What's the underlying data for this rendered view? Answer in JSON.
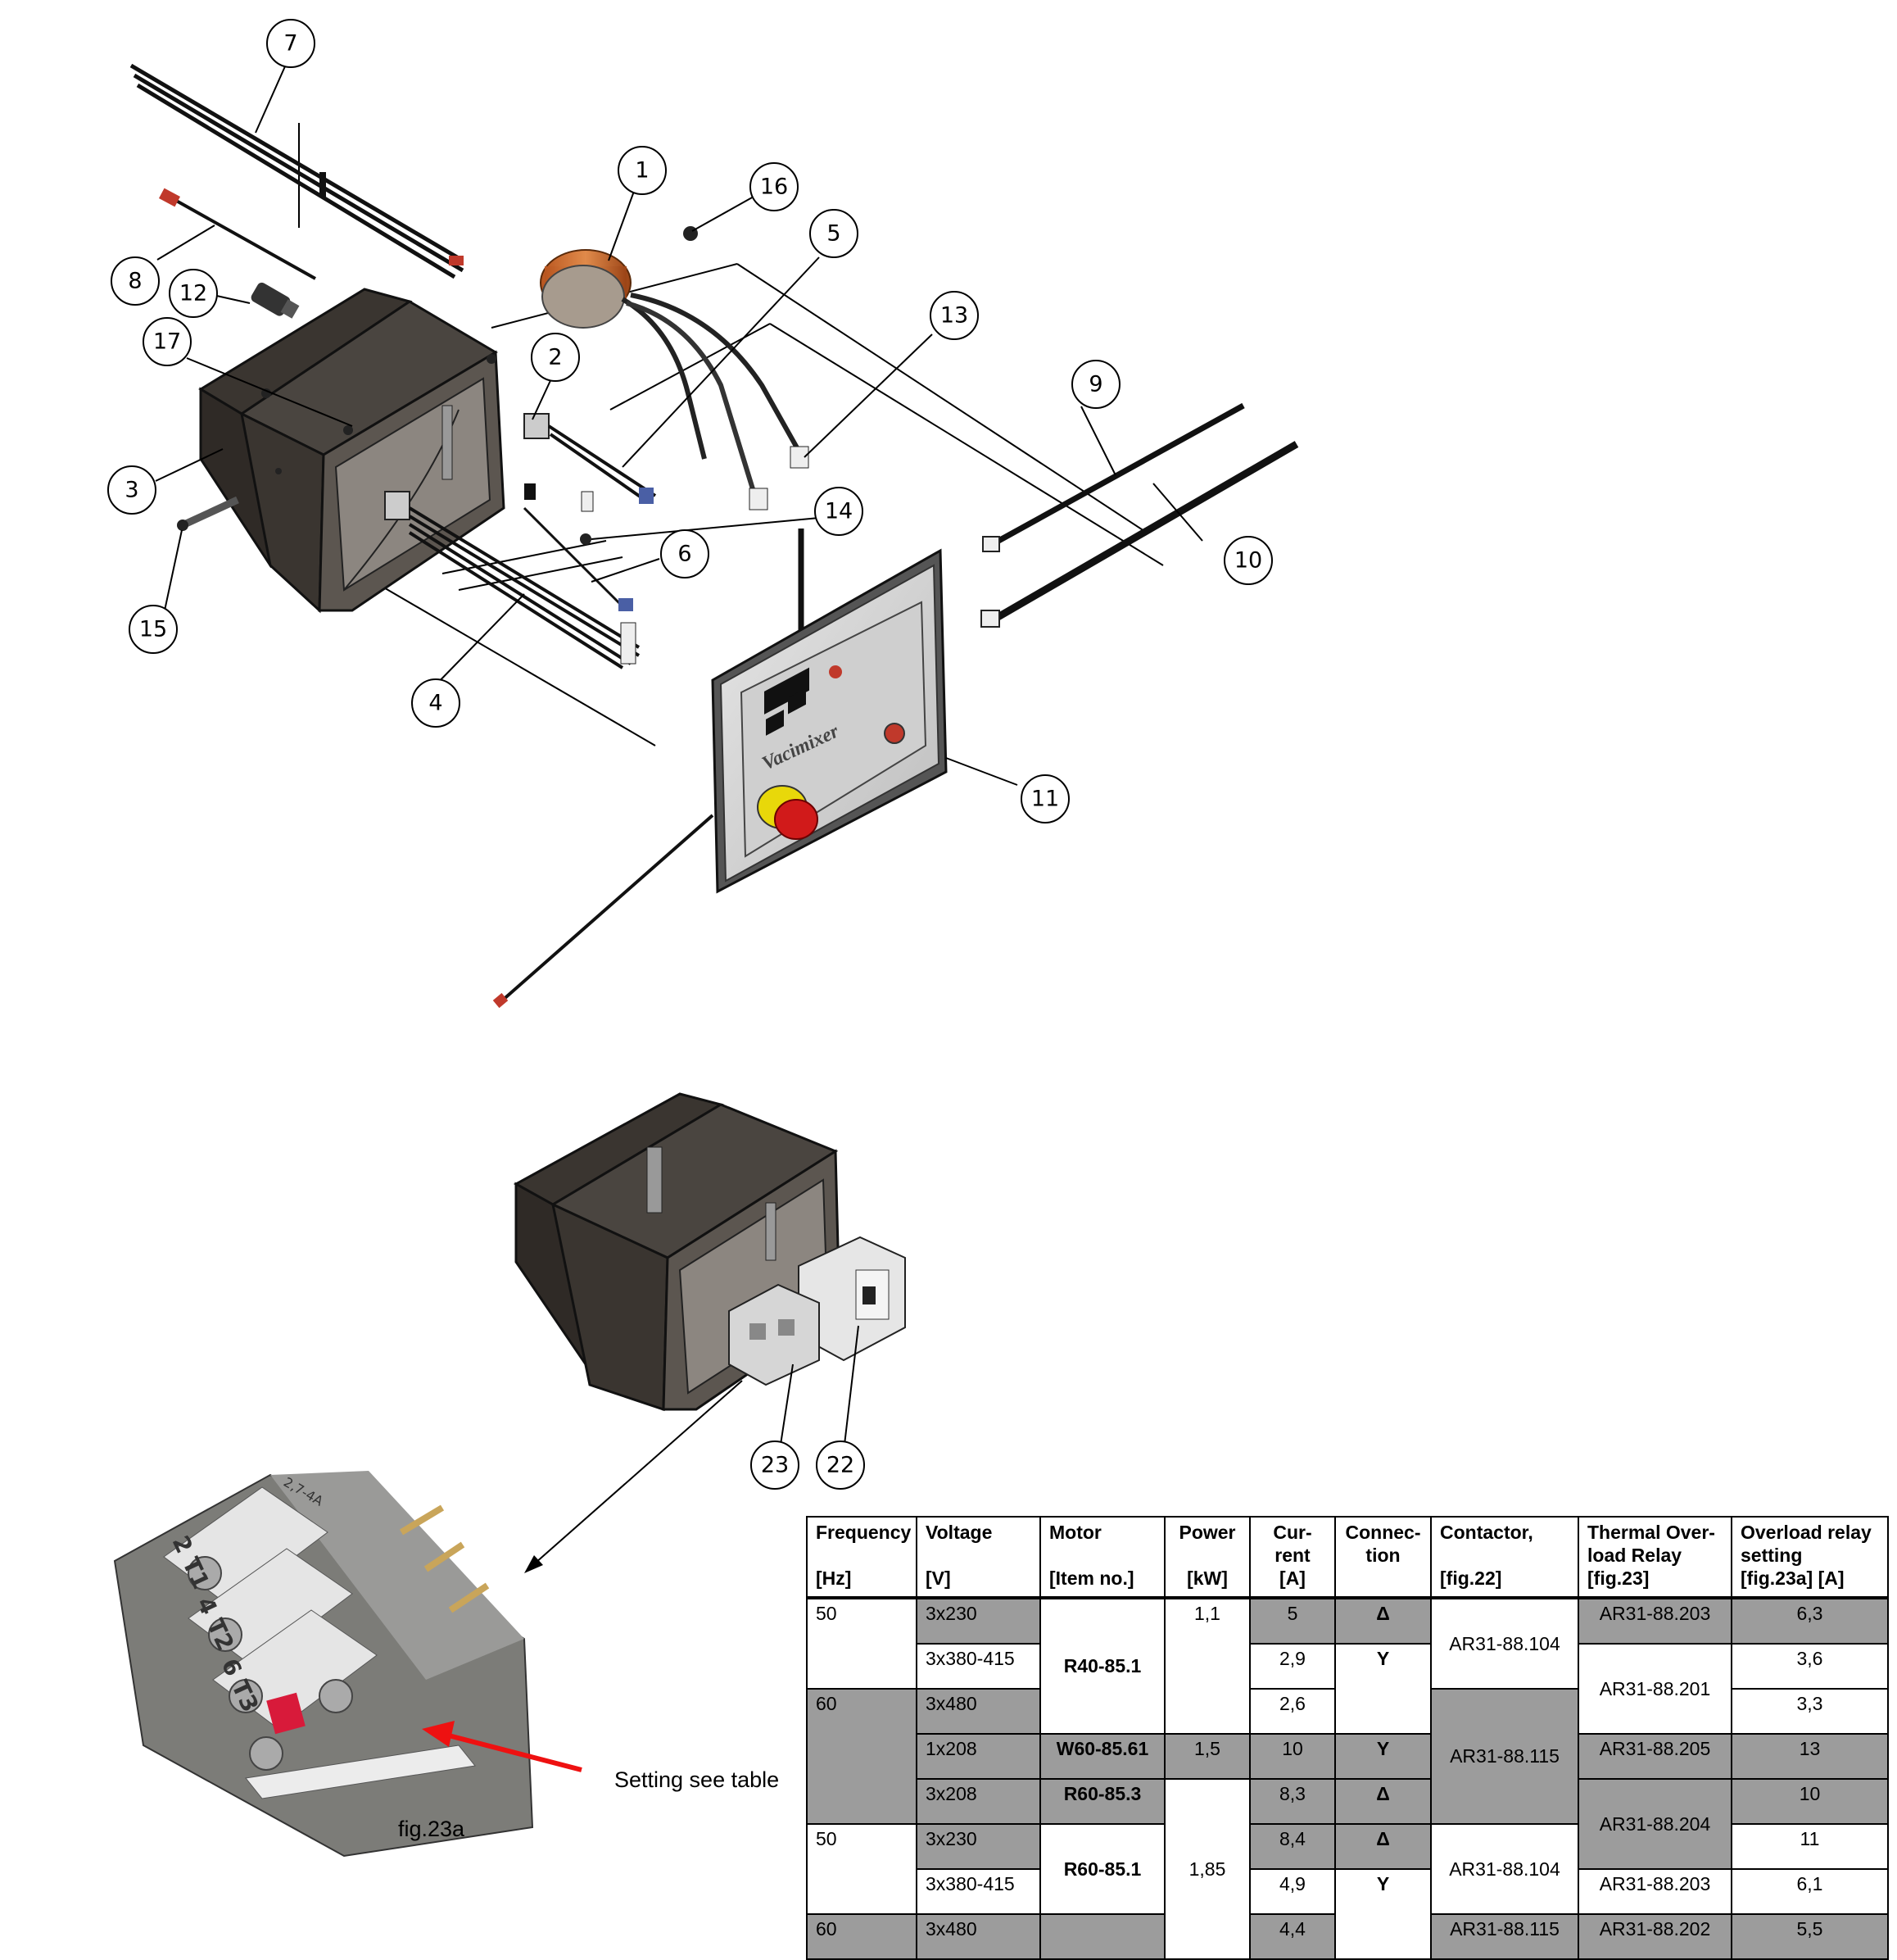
{
  "callouts": [
    {
      "id": "callout-1",
      "label": "1"
    },
    {
      "id": "callout-2",
      "label": "2"
    },
    {
      "id": "callout-3",
      "label": "3"
    },
    {
      "id": "callout-4",
      "label": "4"
    },
    {
      "id": "callout-5",
      "label": "5"
    },
    {
      "id": "callout-6",
      "label": "6"
    },
    {
      "id": "callout-7",
      "label": "7"
    },
    {
      "id": "callout-8",
      "label": "8"
    },
    {
      "id": "callout-9",
      "label": "9"
    },
    {
      "id": "callout-10",
      "label": "10"
    },
    {
      "id": "callout-11",
      "label": "11"
    },
    {
      "id": "callout-12",
      "label": "12"
    },
    {
      "id": "callout-13",
      "label": "13"
    },
    {
      "id": "callout-14",
      "label": "14"
    },
    {
      "id": "callout-15",
      "label": "15"
    },
    {
      "id": "callout-16",
      "label": "16"
    },
    {
      "id": "callout-17",
      "label": "17"
    },
    {
      "id": "callout-22",
      "label": "22"
    },
    {
      "id": "callout-23",
      "label": "23"
    }
  ],
  "panel_brand": "Vacimixer",
  "relay_photo": {
    "caption": "fig.23a",
    "pointer_text": "Setting see table",
    "terminal_labels": [
      "2 T1",
      "4 T2",
      "6 T3"
    ],
    "range_label": "2,7-4A"
  },
  "table": {
    "headers": [
      {
        "title": "Frequency",
        "unit": "[Hz]"
      },
      {
        "title": "Voltage",
        "unit": "[V]"
      },
      {
        "title": "Motor",
        "unit": "[Item no.]"
      },
      {
        "title": "Power",
        "unit": "[kW]"
      },
      {
        "title": "Cur-rent",
        "unit": "[A]"
      },
      {
        "title": "Connec-tion",
        "unit": ""
      },
      {
        "title": "Contactor,",
        "unit": "[fig.22]"
      },
      {
        "title": "Thermal Over-load Relay",
        "unit": "[fig.23]"
      },
      {
        "title": "Overload relay setting",
        "unit": "[fig.23a]  [A]"
      }
    ],
    "frequency": [
      "50",
      "60",
      "50",
      "60"
    ],
    "voltage": [
      "3x230",
      "3x380-415",
      "3x480",
      "1x208",
      "3x208",
      "3x230",
      "3x380-415",
      "3x480"
    ],
    "motor": [
      "R40-85.1",
      "W60-85.61",
      "R60-85.3",
      "R60-85.1"
    ],
    "power": [
      "1,1",
      "1,5",
      "1,85"
    ],
    "current": [
      "5",
      "2,9",
      "2,6",
      "10",
      "8,3",
      "8,4",
      "4,9",
      "4,4"
    ],
    "connection": [
      "Δ",
      "Y",
      "Y",
      "Δ",
      "Δ",
      "Y"
    ],
    "contactor": [
      "AR31-88.104",
      "AR31-88.115",
      "AR31-88.104",
      "AR31-88.115"
    ],
    "relay": [
      "AR31-88.203",
      "AR31-88.201",
      "AR31-88.205",
      "AR31-88.204",
      "AR31-88.203",
      "AR31-88.202"
    ],
    "setting": [
      "6,3",
      "3,6",
      "3,3",
      "13",
      "10",
      "11",
      "6,1",
      "5,5"
    ]
  }
}
